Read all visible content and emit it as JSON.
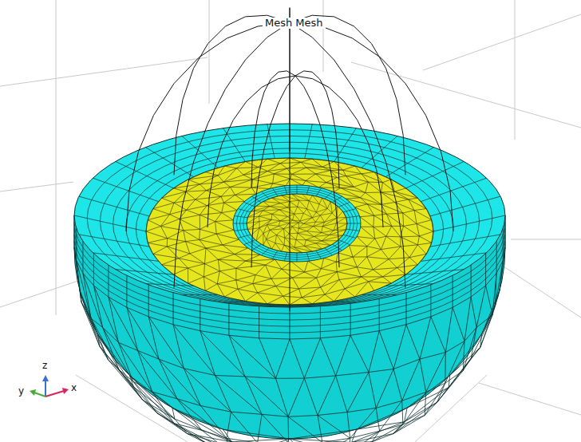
{
  "diagram": {
    "title": "Mesh Mesh",
    "labels": [
      "z",
      "y",
      "x"
    ]
  }
}
